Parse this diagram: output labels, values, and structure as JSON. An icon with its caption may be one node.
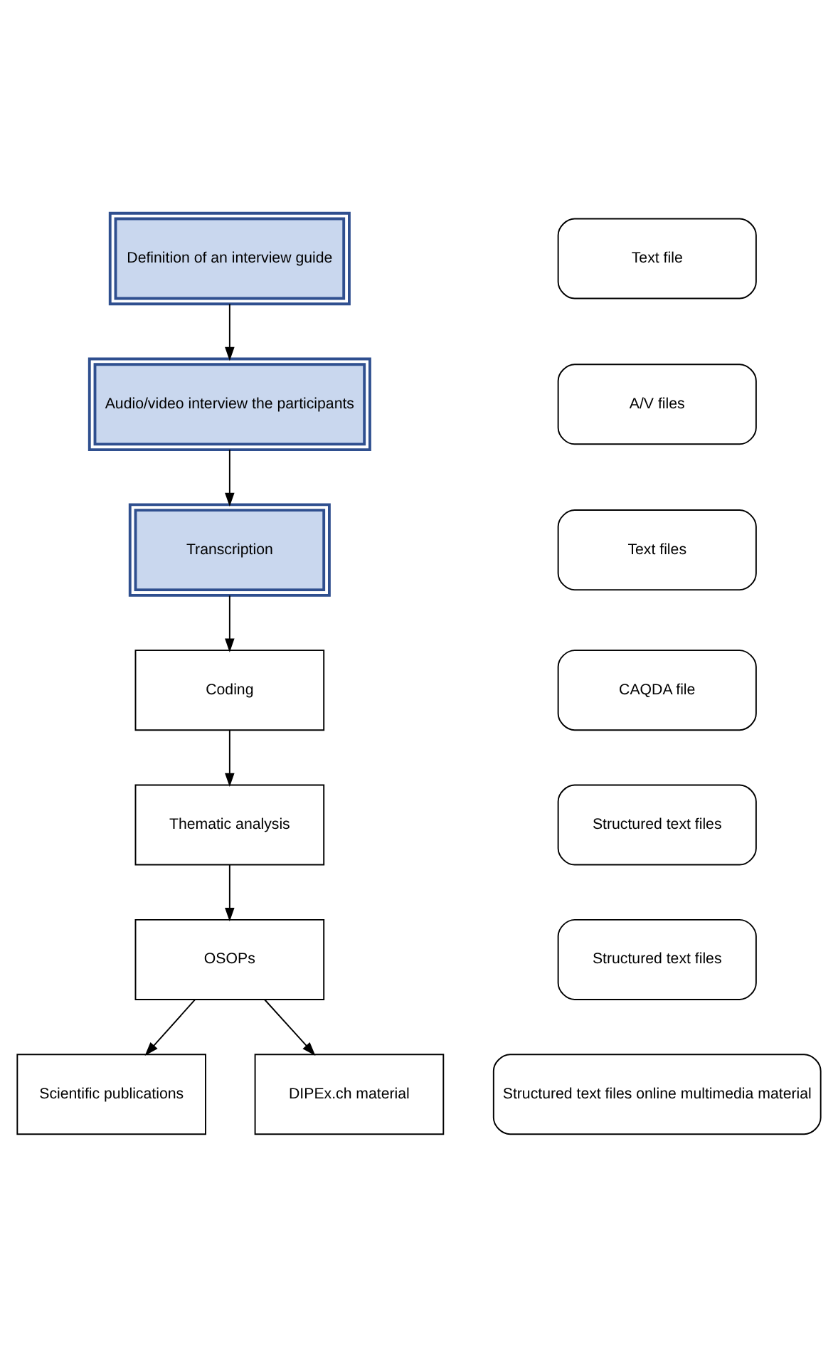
{
  "diagram": {
    "nodes": [
      {
        "text": [
          "Definition of an interview guide"
        ]
      },
      {
        "text": [
          "Audio/video interview the participants"
        ]
      },
      {
        "text": [
          "Transcription"
        ]
      },
      {
        "text": [
          "Coding"
        ]
      },
      {
        "text": [
          "Thematic analysis"
        ]
      },
      {
        "text": [
          "OSOPs"
        ]
      },
      {
        "text": [
          "Scientific publications"
        ]
      },
      {
        "text": [
          "DIPEx.ch material"
        ]
      },
      {
        "text": [
          "Text file"
        ]
      },
      {
        "text": [
          "A/V files"
        ]
      },
      {
        "text": [
          "Text files"
        ]
      },
      {
        "text": [
          "CAQDA file"
        ]
      },
      {
        "text": [
          "Structured text files"
        ]
      },
      {
        "text": [
          "Structured text files"
        ]
      },
      {
        "text": [
          "Structured text files online multimedia material"
        ]
      }
    ],
    "edges": [
      {
        "from": 0,
        "to": 1,
        "arrow": "to"
      },
      {
        "from": 1,
        "to": 2,
        "arrow": "to"
      },
      {
        "from": 2,
        "to": 3,
        "arrow": "to"
      },
      {
        "from": 3,
        "to": 4,
        "arrow": "to"
      },
      {
        "from": 4,
        "to": 5,
        "arrow": "to"
      },
      {
        "from": 5,
        "to": 6,
        "arrow": "to"
      },
      {
        "from": 5,
        "to": 7,
        "arrow": "to"
      }
    ]
  }
}
